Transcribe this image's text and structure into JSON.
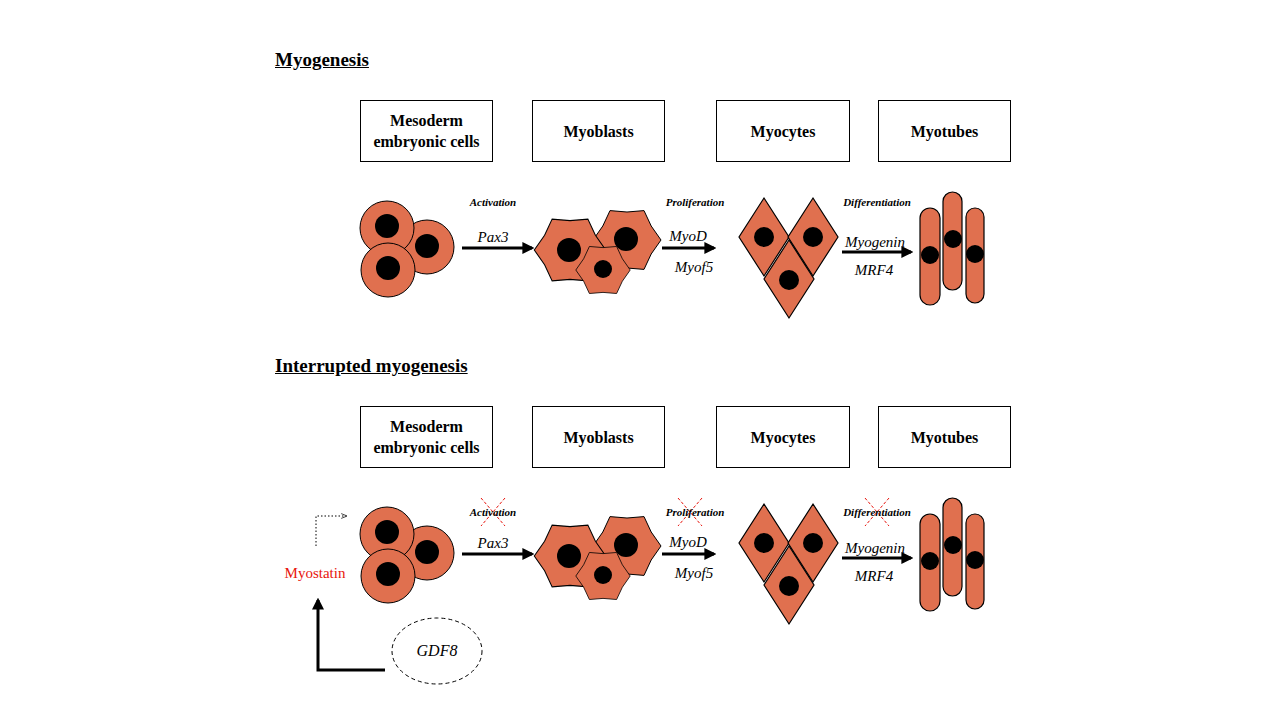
{
  "diagram": {
    "nodes": [
      {
        "text": [
          "Mesoderm embryonic cells"
        ]
      },
      {
        "text": [
          "Myoblasts"
        ]
      },
      {
        "text": [
          "Myocytes"
        ]
      },
      {
        "text": [
          "Myotubes"
        ]
      },
      {
        "text": [
          "Mesoderm embryonic cells"
        ]
      },
      {
        "text": [
          "Myoblasts"
        ]
      },
      {
        "text": [
          "Myocytes"
        ]
      },
      {
        "text": [
          "Myotubes"
        ]
      },
      {
        "text": [
          "GDF8"
        ]
      }
    ],
    "labels": [
      "Myogenesis",
      "Activation",
      "Pax3",
      "Proliferation",
      "MyoD",
      "Myof5",
      "Differentiation",
      "Myogenin",
      "MRF4",
      "Interrupted myogenesis",
      "Activation",
      "Pax3",
      "Proliferation",
      "MyoD",
      "Myof5",
      "Differentiation",
      "Myogenin",
      "MRF4",
      "Myostatin"
    ]
  }
}
